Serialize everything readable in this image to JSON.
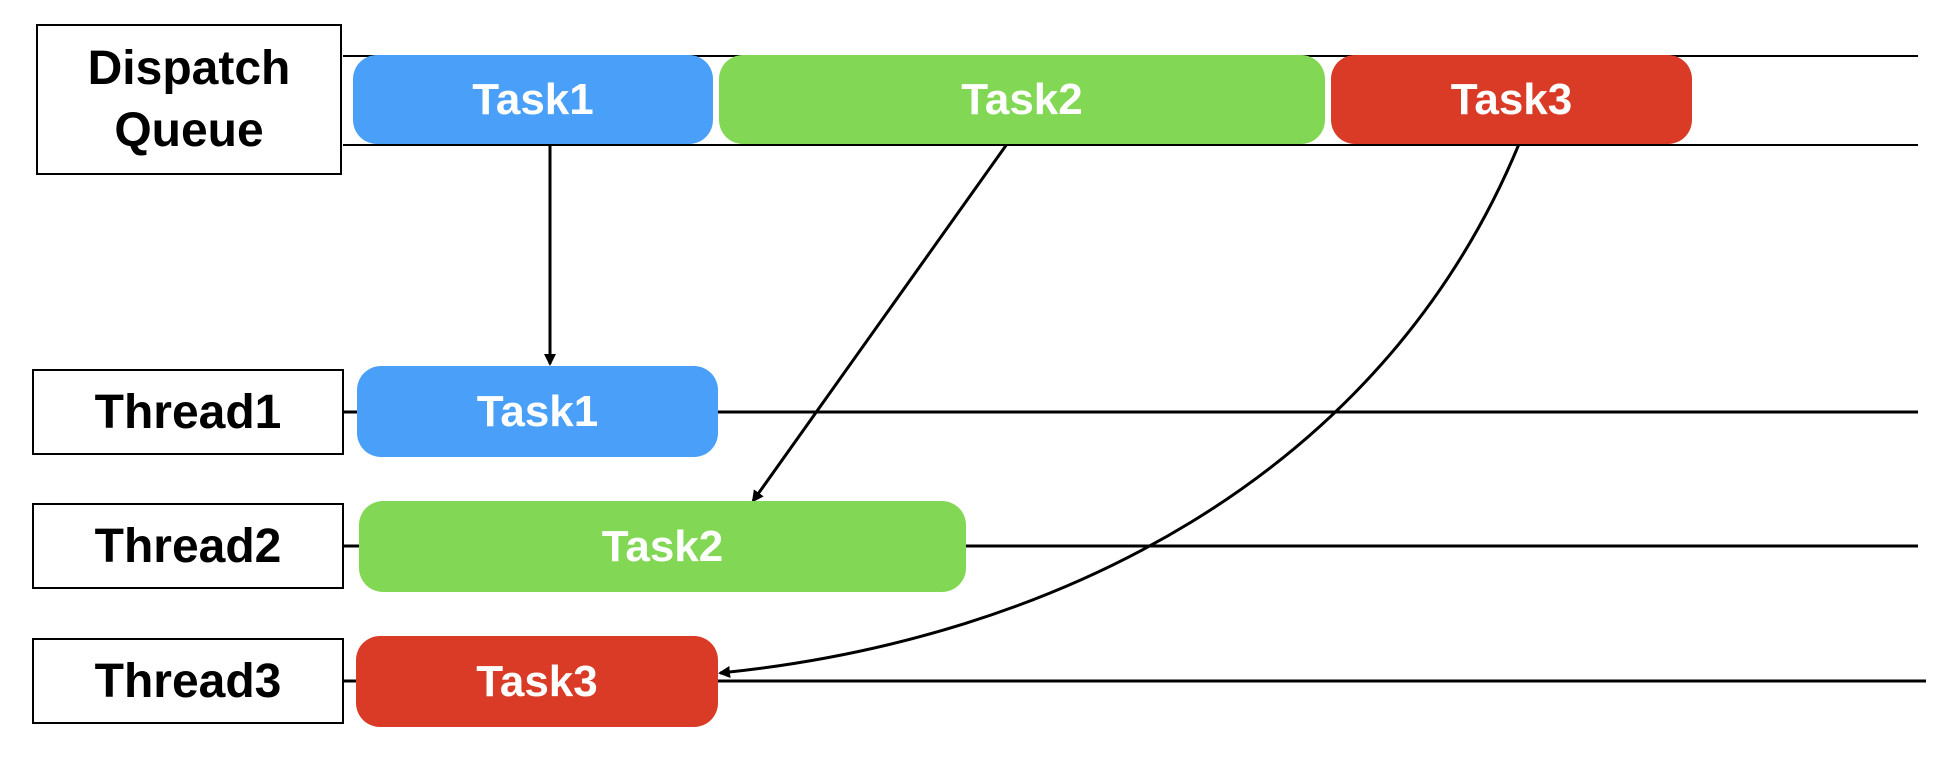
{
  "queue": {
    "label": "Dispatch\nQueue",
    "tasks": [
      {
        "label": "Task1",
        "color": "#4aa0f8"
      },
      {
        "label": "Task2",
        "color": "#82d855"
      },
      {
        "label": "Task3",
        "color": "#d93b27"
      }
    ]
  },
  "threads": [
    {
      "label": "Thread1",
      "task": "Task1",
      "color": "#4aa0f8"
    },
    {
      "label": "Thread2",
      "task": "Task2",
      "color": "#82d855"
    },
    {
      "label": "Thread3",
      "task": "Task3",
      "color": "#d93b27"
    }
  ],
  "colors": {
    "line": "#000000",
    "task_text": "#ffffff"
  }
}
